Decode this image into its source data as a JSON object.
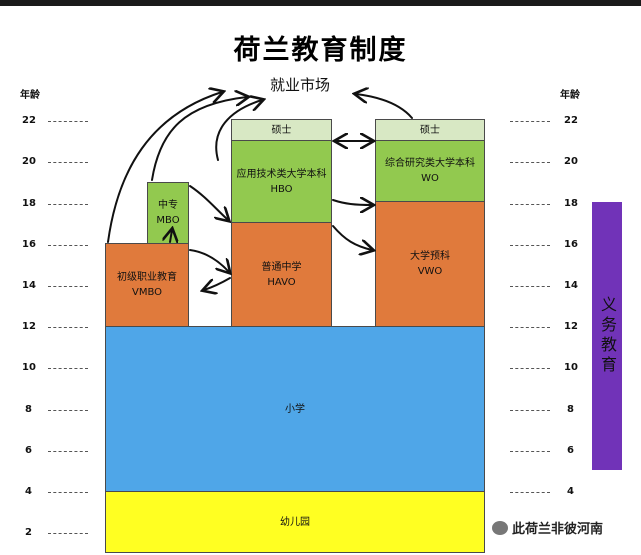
{
  "title": "荷兰教育制度",
  "job_market": "就业市场",
  "age_header": "年龄",
  "ages": [
    "22",
    "20",
    "18",
    "16",
    "14",
    "12",
    "10",
    "8",
    "6",
    "4",
    "2"
  ],
  "blocks": {
    "master_hbo": "硕士",
    "master_wo": "硕士",
    "hbo_cn": "应用技术类大学本科",
    "hbo_en": "HBO",
    "wo_cn": "综合研究类大学本科",
    "wo_en": "WO",
    "mbo_cn": "中专",
    "mbo_en": "MBO",
    "vmbo_cn": "初级职业教育",
    "vmbo_en": "VMBO",
    "havo_cn": "普通中学",
    "havo_en": "HAVO",
    "vwo_cn": "大学预科",
    "vwo_en": "VWO",
    "primary": "小学",
    "kindergarten": "幼儿园"
  },
  "compulsory_label": "义务教育",
  "watermark": "此荷兰非彼河南",
  "colors": {
    "vocational_orange": "#e07a3c",
    "university_green": "#92c94f",
    "master_pale": "#d8e8c4",
    "primary_blue": "#4fa6e8",
    "kindergarten_yellow": "#ffff22",
    "compulsory_purple": "#7133b8"
  }
}
